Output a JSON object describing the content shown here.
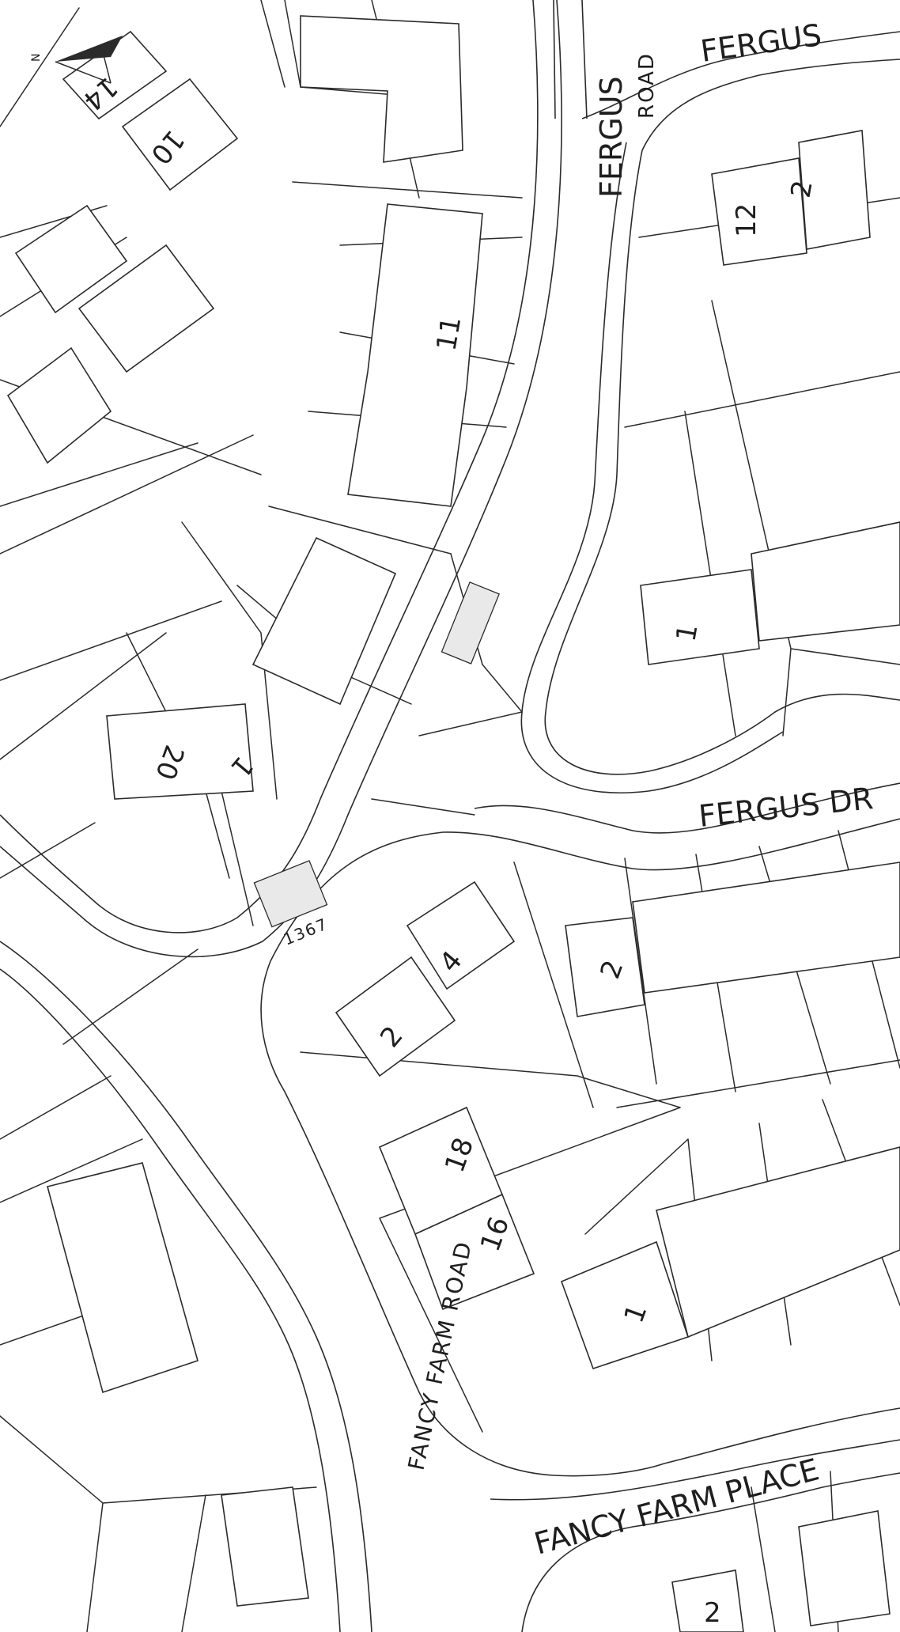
{
  "streets": {
    "fergus_road_top": "FERGUS",
    "fergus_vertical": "FERGUS",
    "road_handwritten": "ROAD",
    "fergus_drive": "FERGUS DR",
    "fancy_farm_place": "FANCY FARM PLACE",
    "fancy_farm_road": "FANCY FARM ROAD"
  },
  "plot_reference": "1367",
  "north_arrow_label": "N",
  "house_numbers": {
    "n14": "14",
    "n10": "10",
    "n12": "12",
    "n2_top": "2",
    "n11": "11",
    "n1_cul": "1",
    "n20": "20",
    "n1_left": "1",
    "n2_right": "2",
    "n4": "4",
    "n2_mid": "2",
    "n18": "18",
    "n16": "16",
    "n1_low": "1",
    "n2_bottom": "2"
  }
}
